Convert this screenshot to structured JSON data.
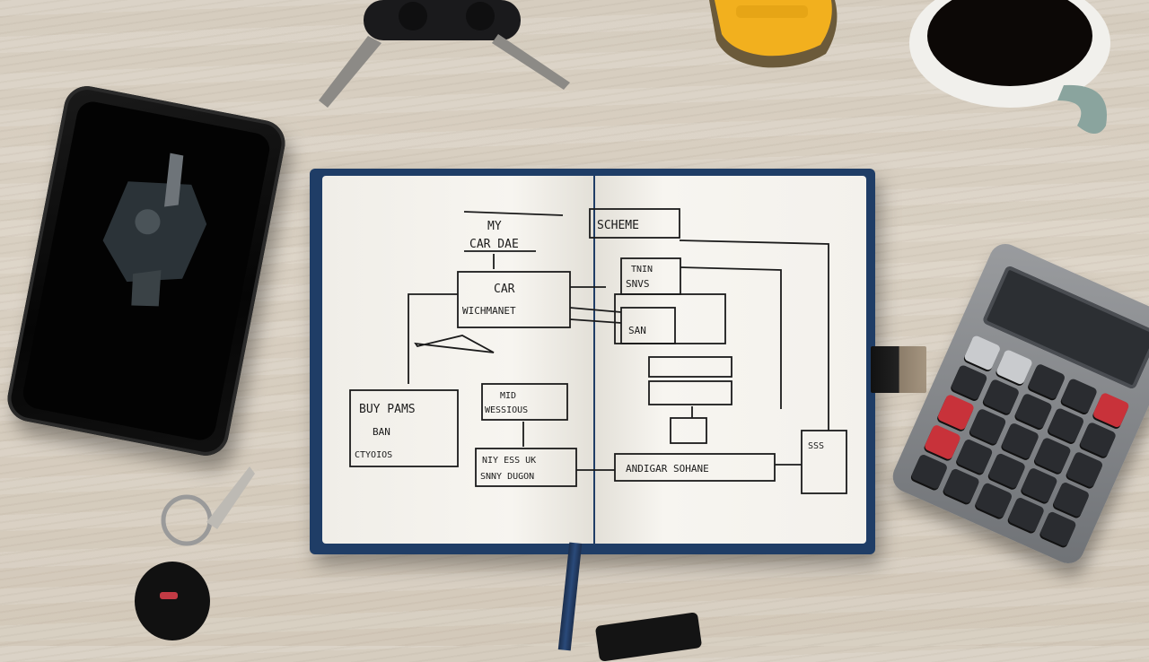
{
  "notebook": {
    "labels": {
      "title_line1": "MY",
      "title_line2": "CAR DAE",
      "box_top_right": "SCHEME",
      "box_car_line1": "CAR",
      "box_car_line2": "WICHMANET",
      "box_snvs": "SNVS",
      "box_snvs_sub": "TNIN",
      "box_san": "SAN",
      "box_buy_line1": "BUY PAMS",
      "box_buy_line2": "BAN",
      "box_buy_line3": "CTYOIOS",
      "box_mid_line1": "MID",
      "box_mid_line2": "WESSIOUS",
      "box_ess_line1": "NIY ESS UK",
      "box_ess_line2": "SNNY DUGON",
      "box_sbm": "ANDIGAR SOHANE",
      "box_list": "SSS"
    }
  },
  "colors": {
    "notebook_cover": "#1f3d66",
    "ink": "#1b1b1b",
    "toy_car": "#f2b01e"
  }
}
